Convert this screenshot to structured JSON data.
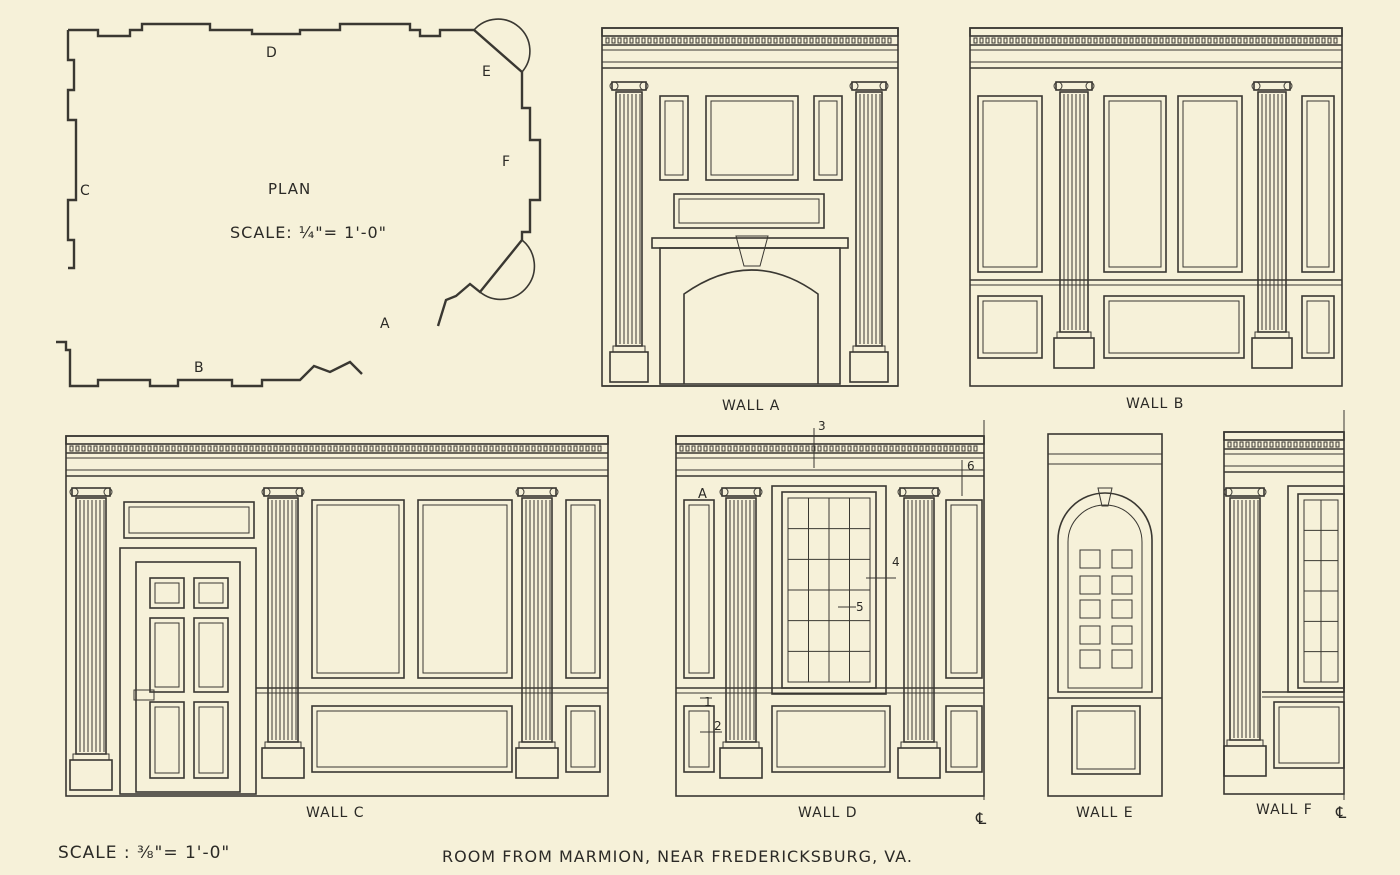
{
  "plan": {
    "title": "PLAN",
    "scale": "SCALE: ¼\"= 1'-0\"",
    "wall_letters": {
      "a": "A",
      "b": "B",
      "c": "C",
      "d": "D",
      "e": "E",
      "f": "F"
    }
  },
  "walls": {
    "a": "WALL A",
    "b": "WALL B",
    "c": "WALL C",
    "d": "WALL D",
    "e": "WALL E",
    "f": "WALL F"
  },
  "section_marks": {
    "a": "A",
    "n1": "1",
    "n2": "2",
    "n3": "3",
    "n4": "4",
    "n5": "5",
    "n6": "6"
  },
  "centerline_symbol": "℄",
  "elevation_scale": "SCALE : ⅜\"= 1'-0\"",
  "sheet_title": "ROOM FROM MARMION, NEAR FREDERICKSBURG, VA.",
  "colors": {
    "paper": "#f6f1d9",
    "ink": "#3a3832"
  }
}
